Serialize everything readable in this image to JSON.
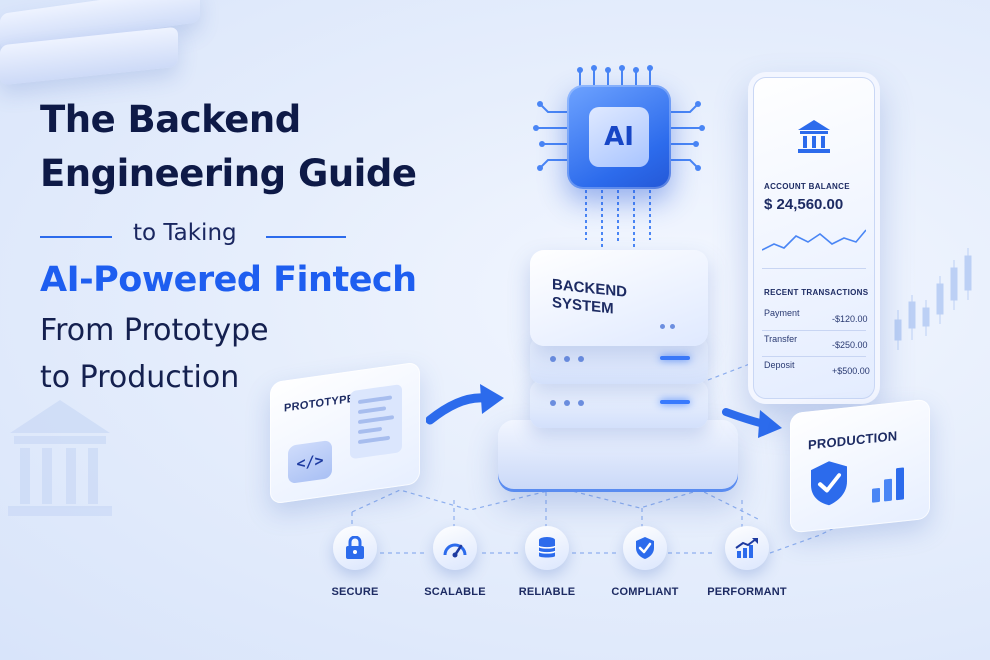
{
  "title": {
    "line1": "The Backend",
    "line2": "Engineering Guide",
    "line3": "to Taking",
    "line4": "AI-Powered Fintech",
    "line5": "From Prototype",
    "line6": "to Production"
  },
  "prototype": {
    "label": "PROTOTYPE",
    "code_glyph": "</>"
  },
  "chip": {
    "label": "AI"
  },
  "backend": {
    "line1": "BACKEND",
    "line2": "SYSTEM"
  },
  "phone": {
    "balance_label": "ACCOUNT BALANCE",
    "balance_value": "$ 24,560.00",
    "transactions_label": "RECENT TRANSACTIONS",
    "transactions": [
      {
        "name": "Payment",
        "amount": "-$120.00"
      },
      {
        "name": "Transfer",
        "amount": "-$250.00"
      },
      {
        "name": "Deposit",
        "amount": "+$500.00"
      }
    ]
  },
  "production": {
    "label": "PRODUCTION"
  },
  "features": [
    {
      "label": "SECURE",
      "icon": "lock-icon"
    },
    {
      "label": "SCALABLE",
      "icon": "gauge-icon"
    },
    {
      "label": "RELIABLE",
      "icon": "database-icon"
    },
    {
      "label": "COMPLIANT",
      "icon": "shield-check-icon"
    },
    {
      "label": "PERFORMANT",
      "icon": "bar-chart-trend-icon"
    }
  ],
  "colors": {
    "accent": "#1e5ef0",
    "navy": "#0e1a47",
    "background": "#e6eefc"
  }
}
